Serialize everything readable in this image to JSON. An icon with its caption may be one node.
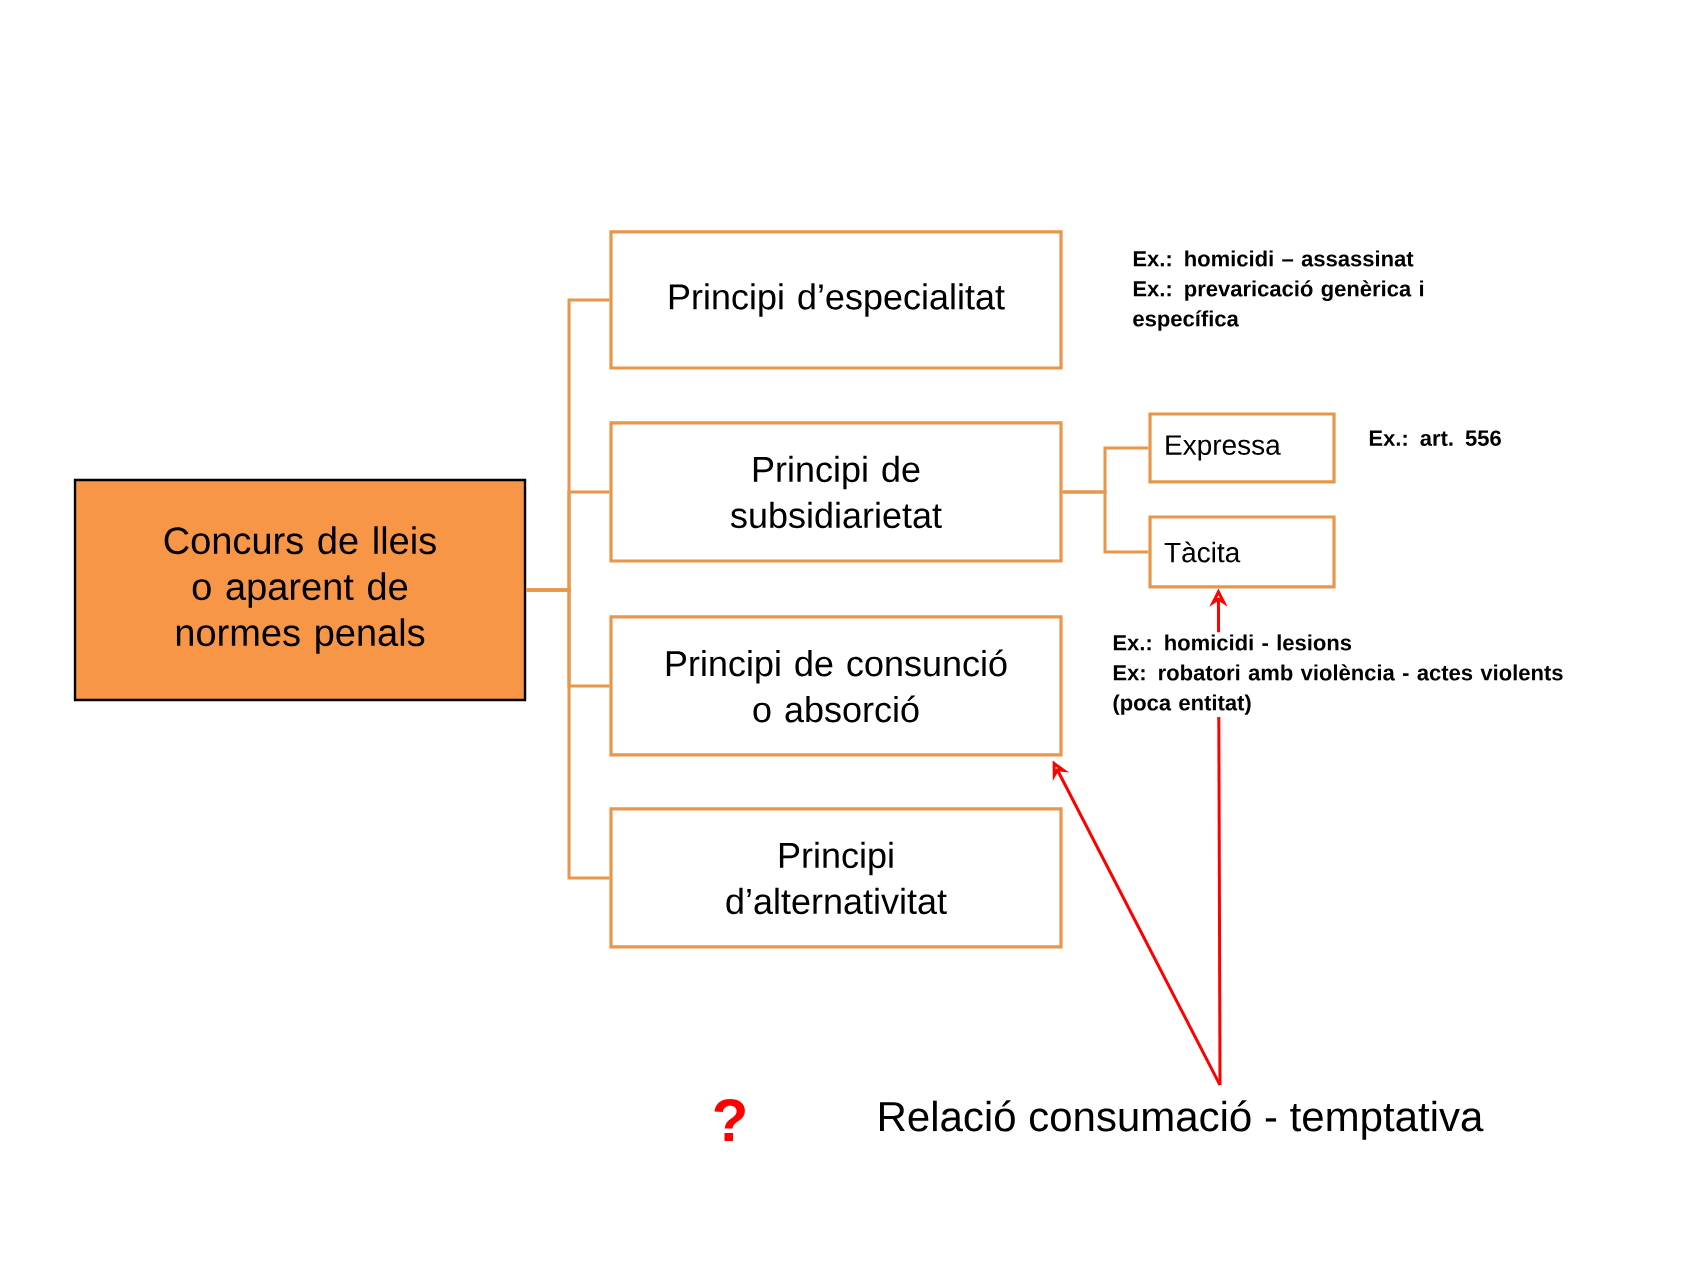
{
  "diagram": {
    "nodes": [
      {
        "text": [
          "Concurs de lleis o aparent de normes penals"
        ]
      },
      {
        "text": [
          "Principi d’especialitat"
        ],
        "beside": [
          "Ex.: homicidi – assassinat",
          "Ex.: prevaricació genèrica i específica"
        ]
      },
      {
        "text": [
          "Principi de subsidiarietat"
        ]
      },
      {
        "text": [
          "Principi de consunció o absorció"
        ],
        "beside": [
          "Ex.: homicidi - lesions",
          "Ex: robatori amb violència - actes violents (poca entitat)"
        ]
      },
      {
        "text": [
          "Principi d’alternativitat"
        ]
      },
      {
        "text": [
          "Expressa"
        ],
        "beside": [
          "Ex.: art. 556"
        ]
      },
      {
        "text": [
          "Tàcita"
        ]
      },
      {
        "text": [
          "Relació consumació - temptativa"
        ]
      }
    ],
    "edges": [
      {
        "from": 0,
        "to": 1,
        "arrow": "none"
      },
      {
        "from": 0,
        "to": 2,
        "arrow": "none"
      },
      {
        "from": 0,
        "to": 3,
        "arrow": "none"
      },
      {
        "from": 0,
        "to": 4,
        "arrow": "none"
      },
      {
        "from": 2,
        "to": 5,
        "arrow": "none"
      },
      {
        "from": 2,
        "to": 6,
        "arrow": "none"
      },
      {
        "from": 7,
        "to": 3,
        "arrow": "to",
        "color": "#ff0000"
      },
      {
        "from": 7,
        "to": 6,
        "arrow": "to",
        "color": "#ff0000"
      }
    ],
    "labels": [
      "?"
    ]
  }
}
